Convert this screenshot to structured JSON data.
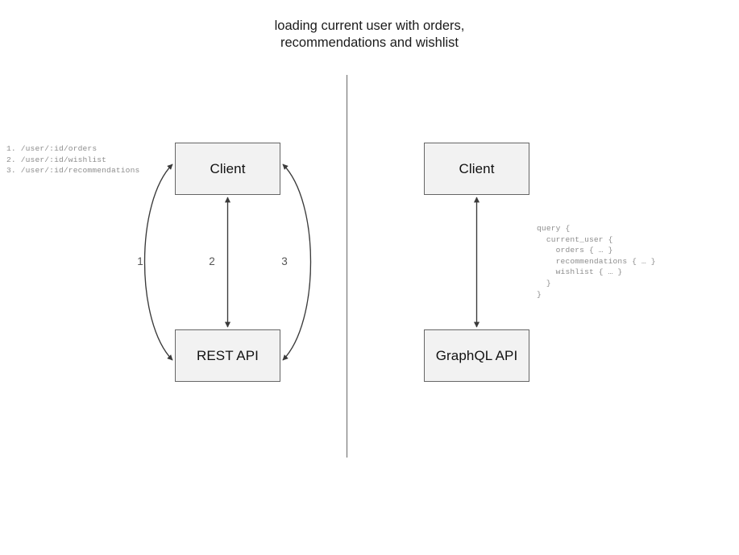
{
  "diagram": {
    "title": "loading current user with orders,\nrecommendations and wishlist",
    "divider": {
      "name": "vertical-divider",
      "color": "#808080"
    },
    "left_panel": {
      "name": "rest-approach",
      "nodes": [
        {
          "id": "client-rest",
          "label": "Client"
        },
        {
          "id": "rest-api",
          "label": "REST API"
        }
      ],
      "edges": [
        {
          "id": "edge-1",
          "label": "1",
          "shape": "curved-left",
          "direction": "bidirectional"
        },
        {
          "id": "edge-2",
          "label": "2",
          "shape": "straight",
          "direction": "bidirectional"
        },
        {
          "id": "edge-3",
          "label": "3",
          "shape": "curved-right",
          "direction": "bidirectional"
        }
      ],
      "annotation": "1. /user/:id/orders\n2. /user/:id/wishlist\n3. /user/:id/recommendations"
    },
    "right_panel": {
      "name": "graphql-approach",
      "nodes": [
        {
          "id": "client-gql",
          "label": "Client"
        },
        {
          "id": "graphql-api",
          "label": "GraphQL API"
        }
      ],
      "edges": [
        {
          "id": "edge-gql",
          "label": "",
          "shape": "straight",
          "direction": "bidirectional"
        }
      ],
      "annotation": "query {\n  current_user {\n    orders { … }\n    recommendations { … }\n    wishlist { … }\n  }\n}"
    },
    "colors": {
      "node_fill": "#f2f2f2",
      "node_stroke": "#666666",
      "edge_stroke": "#4d4d4d",
      "text": "#111111",
      "annotation_text": "#8d8d8d"
    }
  }
}
